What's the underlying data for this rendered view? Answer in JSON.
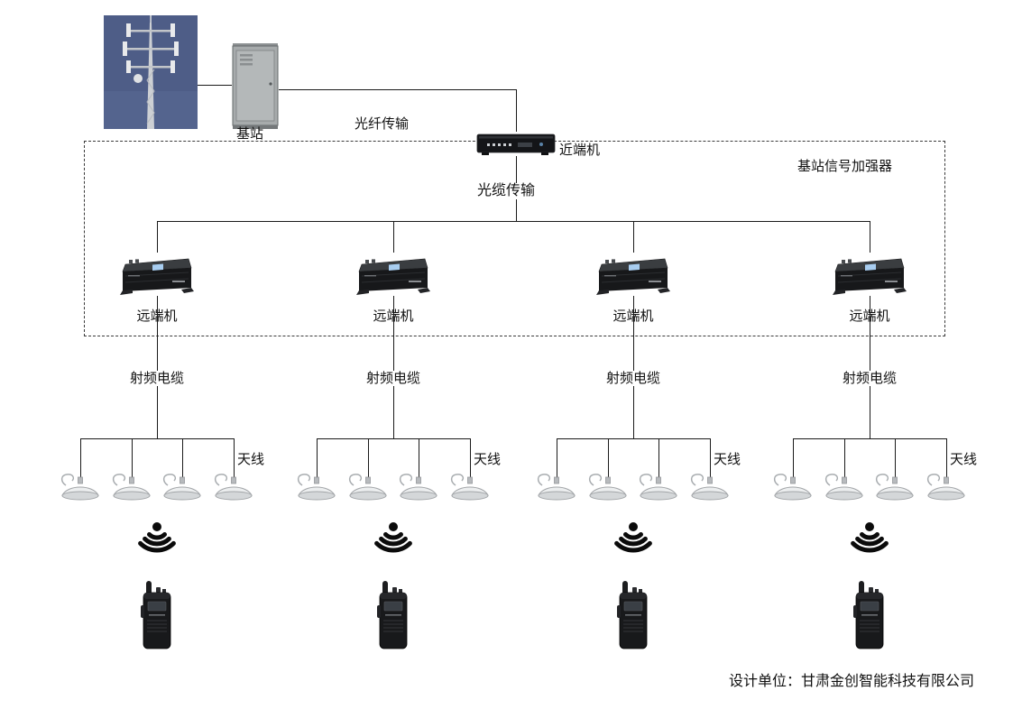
{
  "diagram": {
    "labels": {
      "base_station": "基站",
      "fiber_transmission": "光纤传输",
      "near_end_unit": "近端机",
      "amplifier_system": "基站信号加强器",
      "optical_cable": "光缆传输"
    },
    "branches": [
      {
        "remote_unit": "远端机",
        "rf_cable": "射频电缆",
        "antenna": "天线"
      },
      {
        "remote_unit": "远端机",
        "rf_cable": "射频电缆",
        "antenna": "天线"
      },
      {
        "remote_unit": "远端机",
        "rf_cable": "射频电缆",
        "antenna": "天线"
      },
      {
        "remote_unit": "远端机",
        "rf_cable": "射频电缆",
        "antenna": "天线"
      }
    ],
    "antennas_per_branch": 4,
    "footer": "设计单位：甘肃金创智能科技有限公司",
    "icons": {
      "cell-tower-photo": "lattice cell tower against blue sky",
      "outdoor-cabinet-icon": "gray outdoor equipment cabinet",
      "near-end-device-icon": "black near-end optical master unit",
      "remote-unit-device-icon": "black remote amplifier unit with blue tag",
      "ceiling-antenna-icon": "dome ceiling antenna with pigtail cable",
      "signal-waves-icon": "dot with arcs radiating downward",
      "walkie-talkie-icon": "black handheld two-way radio"
    },
    "colors": {
      "line": "#1a1a1a",
      "sky": "#4e5d87",
      "device_body": "#17181a",
      "remote_label_tag": "#a8cdf0"
    }
  }
}
